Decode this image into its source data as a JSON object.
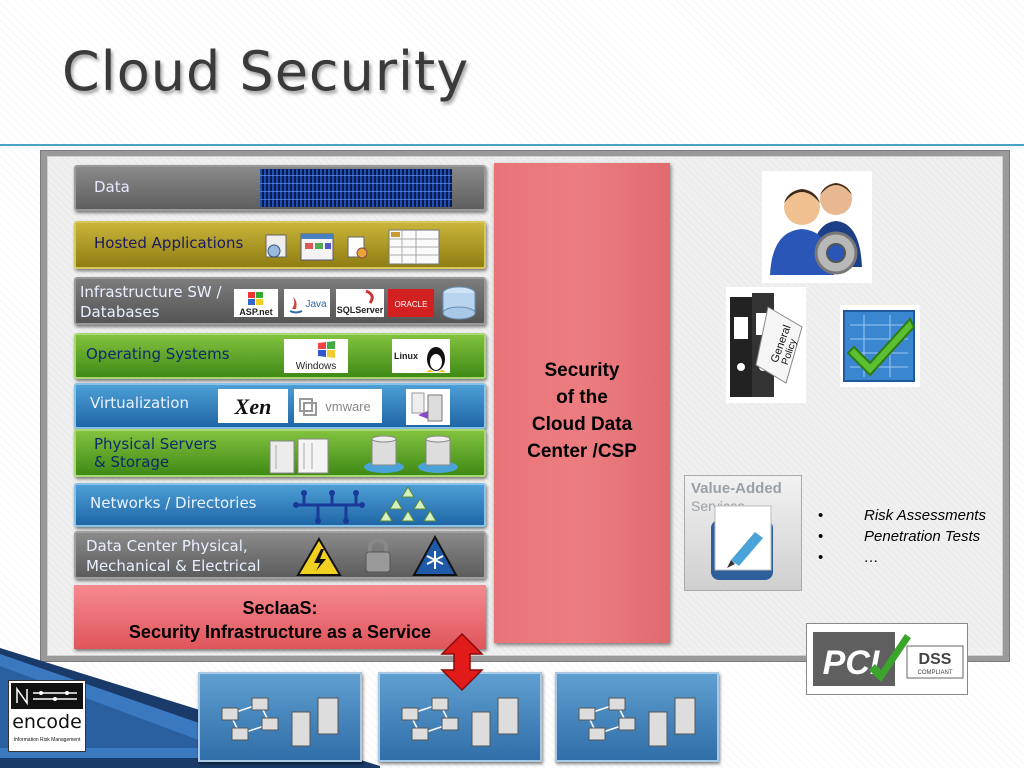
{
  "slide": {
    "title": "Cloud Security"
  },
  "layers": [
    {
      "label": "Data"
    },
    {
      "label": "Hosted Applications"
    },
    {
      "label_line1": "Infrastructure SW /",
      "label_line2": "Databases"
    },
    {
      "label": "Operating Systems"
    },
    {
      "label": "Virtualization"
    },
    {
      "label_line1": "Physical Servers",
      "label_line2": "& Storage"
    },
    {
      "label": "Networks / Directories"
    },
    {
      "label_line1": "Data Center Physical,",
      "label_line2": "Mechanical & Electrical"
    }
  ],
  "logos": {
    "aspnet": "ASP.net",
    "java": "Java",
    "sqlserver": "SQLServer",
    "oracle": "ORACLE",
    "windows": "Windows",
    "linux": "Linux",
    "xen": "Xen",
    "vmware": "vmware",
    "policy_line1": "General",
    "policy_line2": "Policy",
    "pci": "PCI",
    "dss": "DSS",
    "dss_sub": "COMPLIANT",
    "encode": "encode",
    "encode_sub": "Information Risk Management"
  },
  "seclaas": {
    "line1": "SecIaaS:",
    "line2": "Security Infrastructure as a Service"
  },
  "csp": {
    "line1": "Security",
    "line2": "of the",
    "line3": "Cloud Data",
    "line4": "Center /CSP"
  },
  "value_added": {
    "line1": "Value-Added",
    "line2": "Services"
  },
  "bullets": [
    "Risk Assessments",
    "Penetration Tests",
    "…"
  ],
  "bullet_symbol": "•",
  "colors": {
    "accent_rule": "#4aa3c6",
    "seclaas": "#e86a70",
    "csp": "#ec7d81"
  }
}
